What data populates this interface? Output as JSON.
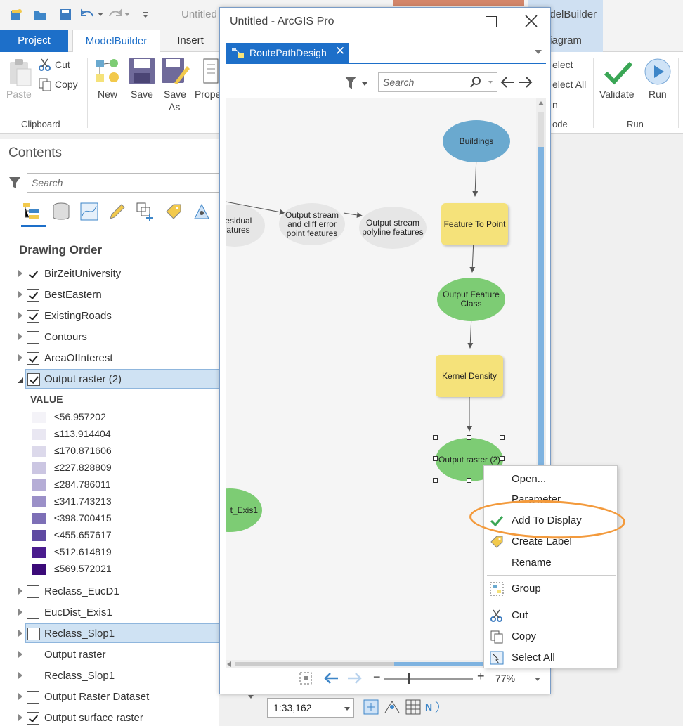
{
  "titlebar": {
    "app_title": "Untitled",
    "right_tab_partial": "odelBuilder"
  },
  "ribbon_tabs": {
    "project": "Project",
    "modelbuilder": "ModelBuilder",
    "insert": "Insert",
    "diagram_partial": "iagram"
  },
  "ribbon": {
    "clipboard": {
      "paste": "Paste",
      "cut": "Cut",
      "copy": "Copy",
      "group": "Clipboard"
    },
    "model": {
      "new": "New",
      "save": "Save",
      "save_as_1": "Save",
      "save_as_2": "As",
      "properties_partial": "Prope"
    },
    "mode": {
      "select_partial": "elect",
      "select_all_partial": "elect All",
      "n_partial": "n",
      "group_partial": "ode"
    },
    "run": {
      "validate": "Validate",
      "run": "Run",
      "group": "Run"
    }
  },
  "contents": {
    "title": "Contents",
    "search_placeholder": "Search",
    "drawing_order": "Drawing Order",
    "layers_top": [
      {
        "name": "BirZeitUniversity",
        "checked": true
      },
      {
        "name": "BestEastern",
        "checked": true
      },
      {
        "name": "ExistingRoads",
        "checked": true
      },
      {
        "name": "Contours",
        "checked": false
      },
      {
        "name": "AreaOfInterest",
        "checked": true
      },
      {
        "name": "Output raster (2)",
        "checked": true
      }
    ],
    "value_label": "VALUE",
    "legend": [
      {
        "label": "≤56.957202",
        "color": "#f4f3f8"
      },
      {
        "label": "≤113.914404",
        "color": "#e9e7f2"
      },
      {
        "label": "≤170.871606",
        "color": "#dcd9eb"
      },
      {
        "label": "≤227.828809",
        "color": "#cbc6e2"
      },
      {
        "label": "≤284.786011",
        "color": "#b5add6"
      },
      {
        "label": "≤341.743213",
        "color": "#9b90c8"
      },
      {
        "label": "≤398.700415",
        "color": "#7d6fb6"
      },
      {
        "label": "≤455.657617",
        "color": "#5f4aa2"
      },
      {
        "label": "≤512.614819",
        "color": "#4a1c8e"
      },
      {
        "label": "≤569.572021",
        "color": "#3b0a78"
      }
    ],
    "layers_bottom": [
      {
        "name": "Reclass_EucD1",
        "checked": false
      },
      {
        "name": "EucDist_Exis1",
        "checked": false
      },
      {
        "name": "Reclass_Slop1",
        "checked": false
      },
      {
        "name": "Output raster",
        "checked": false
      },
      {
        "name": "Reclass_Slop1",
        "checked": false
      },
      {
        "name": "Output Raster Dataset",
        "checked": false
      },
      {
        "name": "Output surface raster",
        "checked": true
      }
    ]
  },
  "status": {
    "scale": "1:33,162"
  },
  "model_window": {
    "title": "Untitled - ArcGIS Pro",
    "tab_label": "RoutePathDesigh",
    "search_placeholder": "Search",
    "zoom": "77%",
    "nodes": {
      "buildings": "Buildings",
      "feature_to_point": "Feature To Point",
      "output_feature_class": "Output Feature Class",
      "kernel_density": "Kernel Density",
      "output_raster_2": "Output raster (2)",
      "residual_features": "t residual features",
      "stream_cliff": "Output stream and cliff error point features",
      "stream_polyline": "Output stream polyline features",
      "exis1_partial": "t_Exis1"
    }
  },
  "context_menu": {
    "open": "Open...",
    "parameter": "Parameter",
    "add_to_display": "Add To Display",
    "create_label": "Create Label",
    "rename": "Rename",
    "group": "Group",
    "cut": "Cut",
    "copy": "Copy",
    "select_all": "Select All"
  },
  "colors": {
    "accent_blue": "#1d6fc9",
    "node_blue": "#6aa9cf",
    "node_yellow": "#f5e27a",
    "node_green": "#7dcc74",
    "node_gray": "#e6e6e6",
    "highlight_orange": "#f39a3c"
  }
}
